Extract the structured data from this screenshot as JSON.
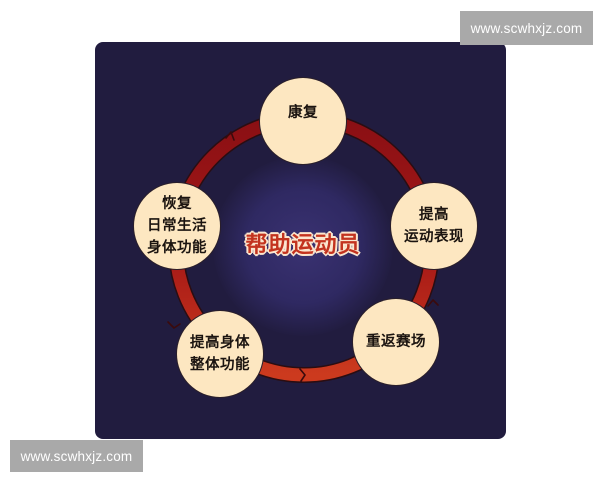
{
  "diagram": {
    "center_title": "帮助运动员",
    "cycle_direction": "clockwise",
    "nodes": [
      {
        "id": "rehab",
        "lines": [
          "康复"
        ]
      },
      {
        "id": "performance",
        "lines": [
          "提高",
          "运动表现"
        ]
      },
      {
        "id": "return",
        "lines": [
          "重返赛场"
        ]
      },
      {
        "id": "overall",
        "lines": [
          "提高身体",
          "整体功能"
        ]
      },
      {
        "id": "daily",
        "lines": [
          "恢复",
          "日常生活",
          "身体功能"
        ]
      }
    ],
    "colors": {
      "panel_background": "#211c3f",
      "center_glow": "#3a3272",
      "node_fill": "#fde7c1",
      "node_text": "#1b1410",
      "ring_dark": "#8a0f14",
      "ring_bright": "#cc3a1e",
      "center_title_color": "#c3331f",
      "center_title_outline": "#fbe6cf"
    }
  },
  "watermarks": {
    "top_right": "www.scwhxjz.com",
    "bottom_left": "www.scwhxjz.com"
  }
}
